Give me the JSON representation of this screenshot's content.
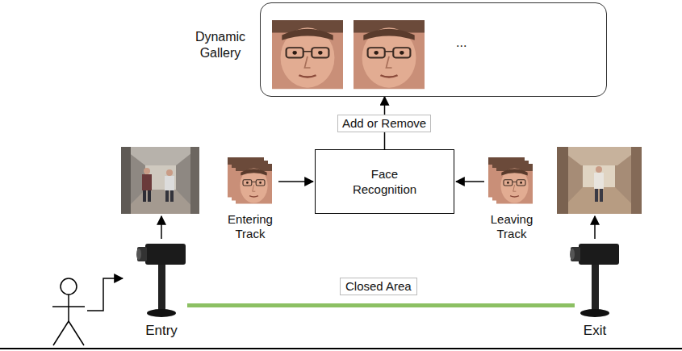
{
  "diagram": {
    "nodes": [
      {
        "text": [
          "Dynamic Gallery",
          "..."
        ]
      },
      {
        "text": [
          "Face Recognition"
        ]
      }
    ],
    "edges": [
      {
        "from": 1,
        "to": 0,
        "label": "Add or Remove",
        "arrow": "to"
      }
    ],
    "labels": [
      "Entering Track",
      "Leaving Track",
      "Entry",
      "Exit",
      "Closed Area"
    ]
  }
}
